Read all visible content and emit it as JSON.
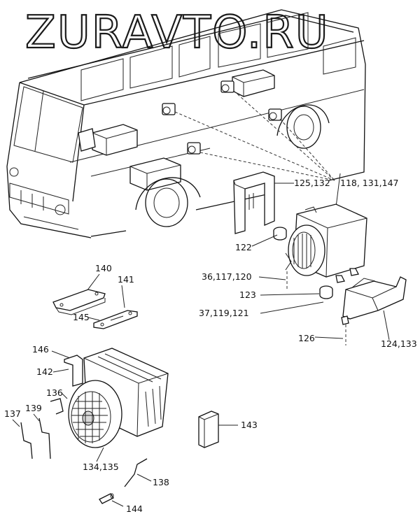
{
  "watermark": "ZURAVTO.RU",
  "callouts": {
    "c125_132": "125,132",
    "c118_131_147": "118, 131,147",
    "c122": "122",
    "c36_117_120": "36,117,120",
    "c123": "123",
    "c37_119_121": "37,119,121",
    "c126": "126",
    "c124_133": "124,133",
    "c140": "140",
    "c141": "141",
    "c145": "145",
    "c146": "146",
    "c142": "142",
    "c136": "136",
    "c137": "137",
    "c139": "139",
    "c143": "143",
    "c134_135": "134,135",
    "c138": "138",
    "c144": "144"
  }
}
